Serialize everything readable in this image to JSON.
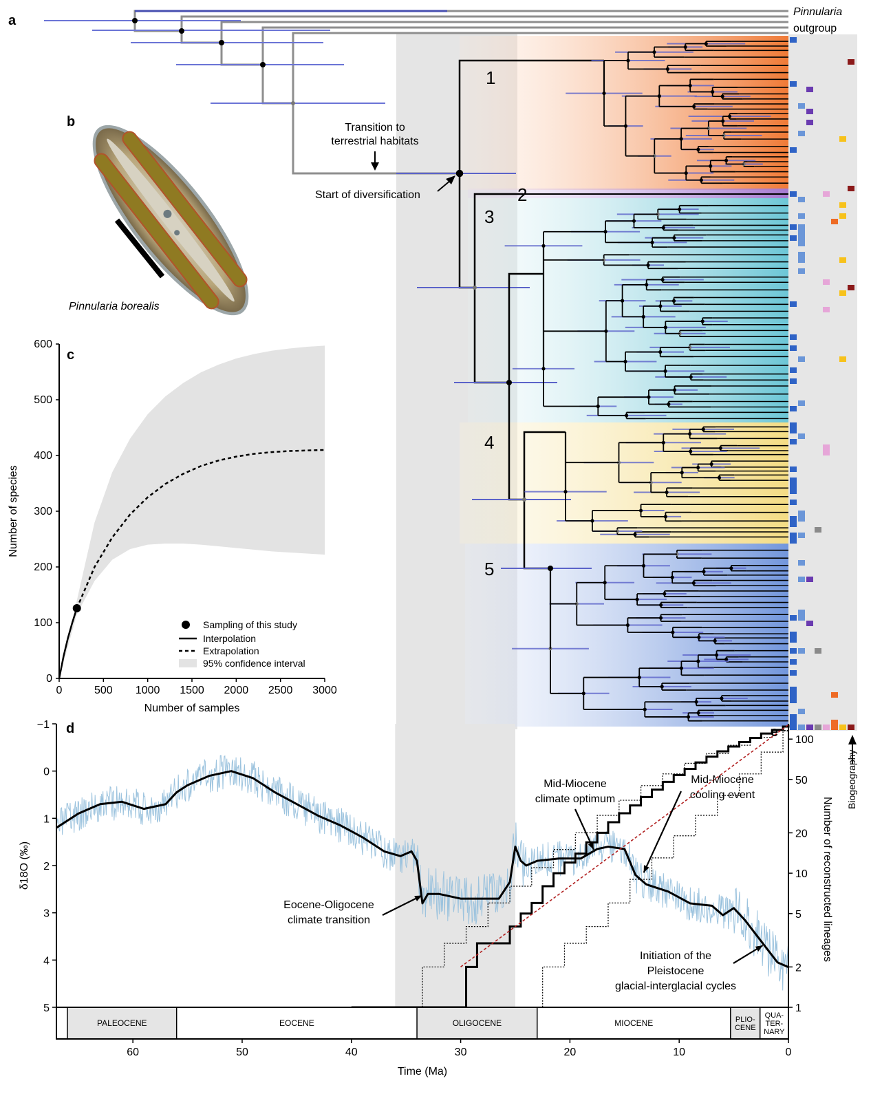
{
  "panel_letters": {
    "a": "a",
    "b": "b",
    "c": "c",
    "d": "d",
    "e": "e"
  },
  "colors": {
    "clade1": "#f08a4b",
    "clade2": "#b48ad6",
    "clade3": "#7fcfdc",
    "clade4": "#f6e39a",
    "clade5": "#6f93d9",
    "error_bar": "#5b63c9",
    "grey_band": "#e5e5e5",
    "isotope_raw": "#9cc3de",
    "isotope_smooth": "#000000",
    "ltt_reference": "#b22222",
    "bio_blue": "#2f63c6",
    "bio_lightblue": "#6b96d8",
    "bio_purple": "#6a3bb0",
    "bio_grey": "#8a8a8a",
    "bio_pink": "#e6a6d8",
    "bio_orange": "#ee6b25",
    "bio_yellow": "#f7c21c",
    "bio_darkred": "#8b1a1a"
  },
  "panel_a": {
    "outgroup_label_1": "Pinnularia",
    "outgroup_label_2": "outgroup",
    "clade_labels": [
      "1",
      "2",
      "3",
      "4",
      "5"
    ],
    "annotation_transition_1": "Transition to",
    "annotation_transition_2": "terrestrial habitats",
    "annotation_diversification": "Start of diversification",
    "biogeography_label": "Biogeography"
  },
  "panel_b": {
    "caption": "Pinnularia borealis"
  },
  "chart_data": [
    {
      "panel": "c",
      "type": "line",
      "xlabel": "Number of samples",
      "ylabel": "Number of species",
      "xlim": [
        0,
        3000
      ],
      "ylim": [
        0,
        600
      ],
      "x_ticks": [
        "0",
        "500",
        "1000",
        "1500",
        "2000",
        "2500",
        "3000"
      ],
      "y_ticks": [
        "0",
        "100",
        "200",
        "300",
        "400",
        "500",
        "600"
      ],
      "legend_position": "bottom-right",
      "legend": [
        "Sampling of this study",
        "Interpolation",
        "Extrapolation",
        "95% confidence interval"
      ],
      "sampling_point": {
        "x": 200,
        "y": 126
      },
      "x": [
        0,
        200,
        400,
        600,
        800,
        1000,
        1200,
        1400,
        1600,
        1800,
        2000,
        2200,
        2400,
        2600,
        2800,
        3000
      ],
      "series": [
        {
          "name": "Interpolation",
          "x": [
            0,
            50,
            100,
            150,
            200
          ],
          "values": [
            0,
            40,
            73,
            101,
            126
          ]
        },
        {
          "name": "Extrapolation",
          "values": [
            0,
            126,
            200,
            253,
            294,
            325,
            349,
            367,
            381,
            391,
            398,
            403,
            406,
            408,
            409,
            410
          ]
        },
        {
          "name": "95% confidence interval upper",
          "values": [
            0,
            140,
            280,
            370,
            430,
            474,
            506,
            530,
            549,
            563,
            574,
            582,
            588,
            592,
            595,
            597
          ]
        },
        {
          "name": "95% confidence interval lower",
          "values": [
            0,
            115,
            175,
            213,
            232,
            240,
            242,
            242,
            240,
            237,
            234,
            231,
            228,
            226,
            224,
            222
          ]
        }
      ]
    },
    {
      "panel": "d",
      "type": "line",
      "xlabel": "Time (Ma)",
      "ylabel": "δ18O (‰)",
      "xlim": [
        67,
        0
      ],
      "ylim": [
        5,
        -1
      ],
      "x_ticks": [
        "60",
        "50",
        "40",
        "30",
        "20",
        "10",
        "0"
      ],
      "y_ticks": [
        "−1",
        "0",
        "1",
        "2",
        "3",
        "4",
        "5"
      ],
      "epochs": [
        {
          "name": "PALEOCENE",
          "start": 66,
          "end": 56
        },
        {
          "name": "EOCENE",
          "start": 56,
          "end": 34
        },
        {
          "name": "OLIGOCENE",
          "start": 34,
          "end": 23
        },
        {
          "name": "MIOCENE",
          "start": 23,
          "end": 5.3
        },
        {
          "name": "PLIO-\nCENE",
          "start": 5.3,
          "end": 2.6
        },
        {
          "name": "QUA-\nTER-\nNARY",
          "start": 2.6,
          "end": 0
        }
      ],
      "shaded_interval": [
        36,
        25
      ],
      "series": [
        {
          "name": "δ18O smoothed",
          "x": [
            67,
            65,
            63,
            61,
            59,
            57,
            56,
            55,
            53,
            51,
            49,
            47,
            45,
            43,
            41,
            39,
            37,
            35.5,
            34.5,
            34,
            33.5,
            33,
            32,
            30,
            28,
            26.5,
            25.5,
            25,
            24.5,
            24,
            23,
            21,
            19,
            17.5,
            16.5,
            15,
            14,
            13,
            11,
            9,
            7,
            6,
            5,
            4,
            3,
            2,
            1,
            0
          ],
          "values": [
            1.2,
            0.9,
            0.7,
            0.65,
            0.8,
            0.7,
            0.45,
            0.3,
            0.1,
            0.0,
            0.15,
            0.45,
            0.7,
            0.95,
            1.15,
            1.4,
            1.7,
            1.8,
            1.7,
            1.9,
            2.8,
            2.6,
            2.6,
            2.7,
            2.7,
            2.7,
            2.35,
            1.6,
            1.9,
            2.0,
            1.9,
            1.85,
            1.85,
            1.65,
            1.6,
            1.65,
            2.2,
            2.4,
            2.55,
            2.8,
            2.85,
            3.05,
            2.9,
            3.15,
            3.45,
            3.75,
            4.05,
            4.15
          ]
        },
        {
          "name": "δ18O raw",
          "noisy": true
        }
      ],
      "annotations": [
        {
          "text": [
            "Eocene-Oligocene",
            "climate transition"
          ],
          "x": 33.5,
          "y": 2.7
        },
        {
          "text": [
            "Mid-Miocene",
            "climate optimum"
          ],
          "x": 17,
          "y": 1.65
        },
        {
          "text": [
            "Mid-Miocene",
            "cooling event"
          ],
          "x": 13.5,
          "y": 2.1
        },
        {
          "text": [
            "Initiation of the",
            "Pleistocene",
            "glacial-interglacial cycles"
          ],
          "x": 2,
          "y": 3.7
        }
      ]
    },
    {
      "panel": "e",
      "type": "line",
      "ylabel": "Number of reconstructed lineages",
      "scale": "log",
      "ylim": [
        1,
        130
      ],
      "y_ticks": [
        "1",
        "2",
        "5",
        "10",
        "20",
        "50",
        "100"
      ],
      "series": [
        {
          "name": "LTT",
          "x": [
            40,
            30,
            29.5,
            28.5,
            27,
            25.5,
            24.5,
            23.5,
            22.5,
            21.5,
            20.5,
            19.5,
            18.5,
            17.5,
            16.5,
            15.5,
            14.5,
            13.5,
            12.5,
            11.5,
            10.5,
            9.5,
            8.5,
            7.5,
            6.5,
            5.5,
            4.5,
            3.5,
            2.5,
            1.5,
            0.5,
            0
          ],
          "values": [
            1,
            1,
            2,
            3,
            3,
            4,
            5,
            6,
            8,
            10,
            12,
            14,
            17,
            20,
            24,
            28,
            32,
            37,
            42,
            48,
            54,
            60,
            67,
            74,
            81,
            88,
            95,
            102,
            110,
            117,
            124,
            128
          ]
        },
        {
          "name": "LTT upper",
          "x": [
            35.5,
            33.5,
            31.5,
            29.5,
            27.5,
            25.5,
            23.5,
            21.5,
            19.5,
            17.5,
            15.5,
            13.5,
            11.5,
            9.5,
            7.5,
            5.5,
            3.5,
            1.5,
            0
          ],
          "values": [
            1,
            2,
            3,
            4,
            6,
            8,
            11,
            15,
            20,
            27,
            35,
            45,
            55,
            66,
            78,
            90,
            103,
            116,
            128
          ]
        },
        {
          "name": "LTT lower",
          "x": [
            24.5,
            22.5,
            20.5,
            18.5,
            16.5,
            14.5,
            12.5,
            10.5,
            8.5,
            6.5,
            4.5,
            2.5,
            0.5,
            0
          ],
          "values": [
            1,
            2,
            3,
            4,
            6,
            9,
            13,
            19,
            27,
            38,
            55,
            80,
            115,
            128
          ]
        },
        {
          "name": "Constant rate",
          "x": [
            30,
            0
          ],
          "values": [
            2,
            128
          ]
        }
      ]
    }
  ]
}
